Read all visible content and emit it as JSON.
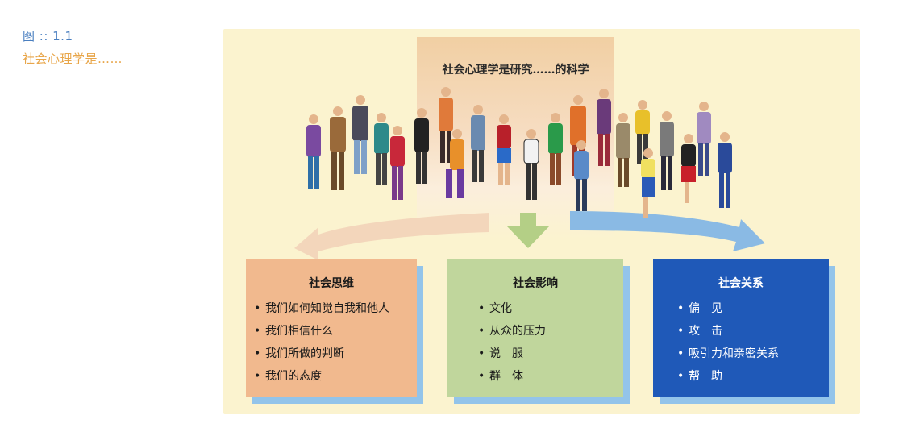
{
  "figure": {
    "label": "图 :: 1.1",
    "caption": "社会心理学是……"
  },
  "diagram": {
    "title": "社会心理学是研究……的科学",
    "boxes": [
      {
        "title": "社会思维",
        "color": "#f1b98e",
        "items": [
          "我们如何知觉自我和他人",
          "我们相信什么",
          "我们所做的判断",
          "我们的态度"
        ]
      },
      {
        "title": "社会影响",
        "color": "#c0d69c",
        "items": [
          "文化",
          "从众的压力",
          "说　服",
          "群　体"
        ]
      },
      {
        "title": "社会关系",
        "color": "#1f59b8",
        "items": [
          "偏　见",
          "攻　击",
          "吸引力和亲密关系",
          "帮　助"
        ]
      }
    ],
    "bullet": "•",
    "illustration": "crowd-of-people"
  }
}
